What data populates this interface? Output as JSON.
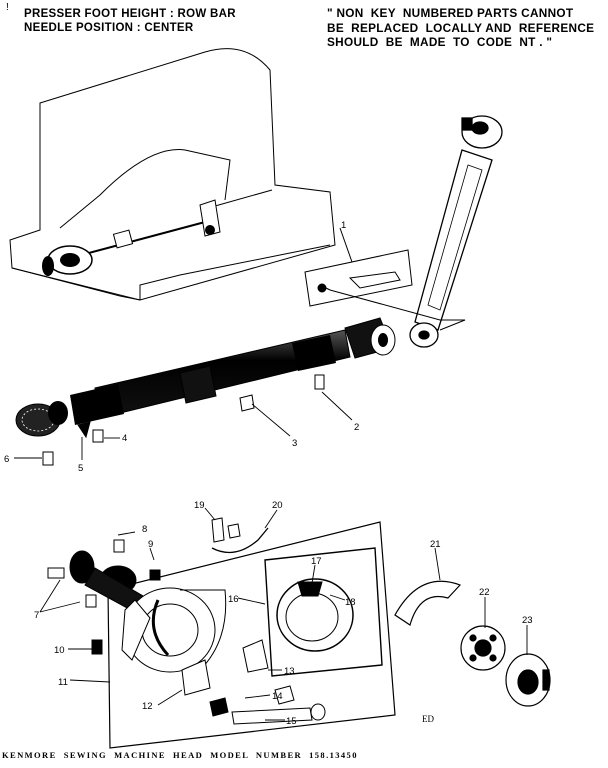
{
  "header": {
    "left_line1": "PRESSER FOOT HEIGHT : ROW BAR",
    "left_line2": "NEEDLE POSITION : CENTER",
    "right_line1": "\" NON  KEY  NUMBERED PARTS CANNOT",
    "right_line2": "BE  REPLACED  LOCALLY AND  REFERENCE",
    "right_line3": "SHOULD  BE  MADE  TO  CODE  NT . \""
  },
  "corner_mark": "!",
  "code_mark": "ED",
  "footer": "KENMORE  SEWING  MACHINE  HEAD  MODEL  NUMBER  158.13450",
  "part_numbers": {
    "p1": "1",
    "p2": "2",
    "p3": "3",
    "p4": "4",
    "p5": "5",
    "p6": "6",
    "p7": "7",
    "p8": "8",
    "p9": "9",
    "p10": "10",
    "p11": "11",
    "p12": "12",
    "p13": "13",
    "p14": "14",
    "p15": "15",
    "p16": "16",
    "p17": "17",
    "p18": "18",
    "p19": "19",
    "p20": "20",
    "p21": "21",
    "p22": "22",
    "p23": "23"
  },
  "colors": {
    "ink": "#000000",
    "paper": "#ffffff"
  }
}
